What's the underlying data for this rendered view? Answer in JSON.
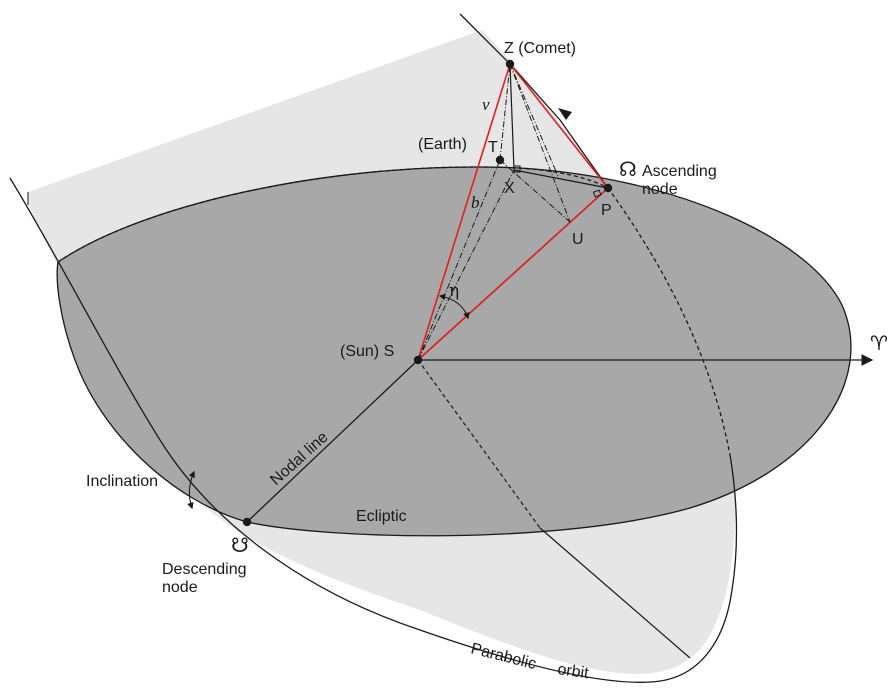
{
  "labels": {
    "comet": "Z (Comet)",
    "earth_paren": "(Earth)",
    "earth_letter": "T",
    "x_point": "X",
    "u_point": "U",
    "p_point": "P",
    "sun": "(Sun)  S",
    "nu": "ν",
    "b": "b",
    "eta": "η",
    "ascending_symbol": "☊",
    "ascending_line1": "Ascending",
    "ascending_line2": "node",
    "descending_symbol": "☋",
    "descending_line1": "Descending",
    "descending_line2": "node",
    "vernal_symbol": "♈",
    "inclination": "Inclination",
    "nodal_line": "Nodal line",
    "ecliptic": "Ecliptic",
    "parabolic_orbit_1": "Parabolic",
    "parabolic_orbit_2": "orbit"
  },
  "colors": {
    "orbit_plane_fill": "#e6e6e6",
    "ecliptic_fill": "#a8a8a8",
    "line": "#1a1a1a",
    "highlight": "#e02020"
  }
}
